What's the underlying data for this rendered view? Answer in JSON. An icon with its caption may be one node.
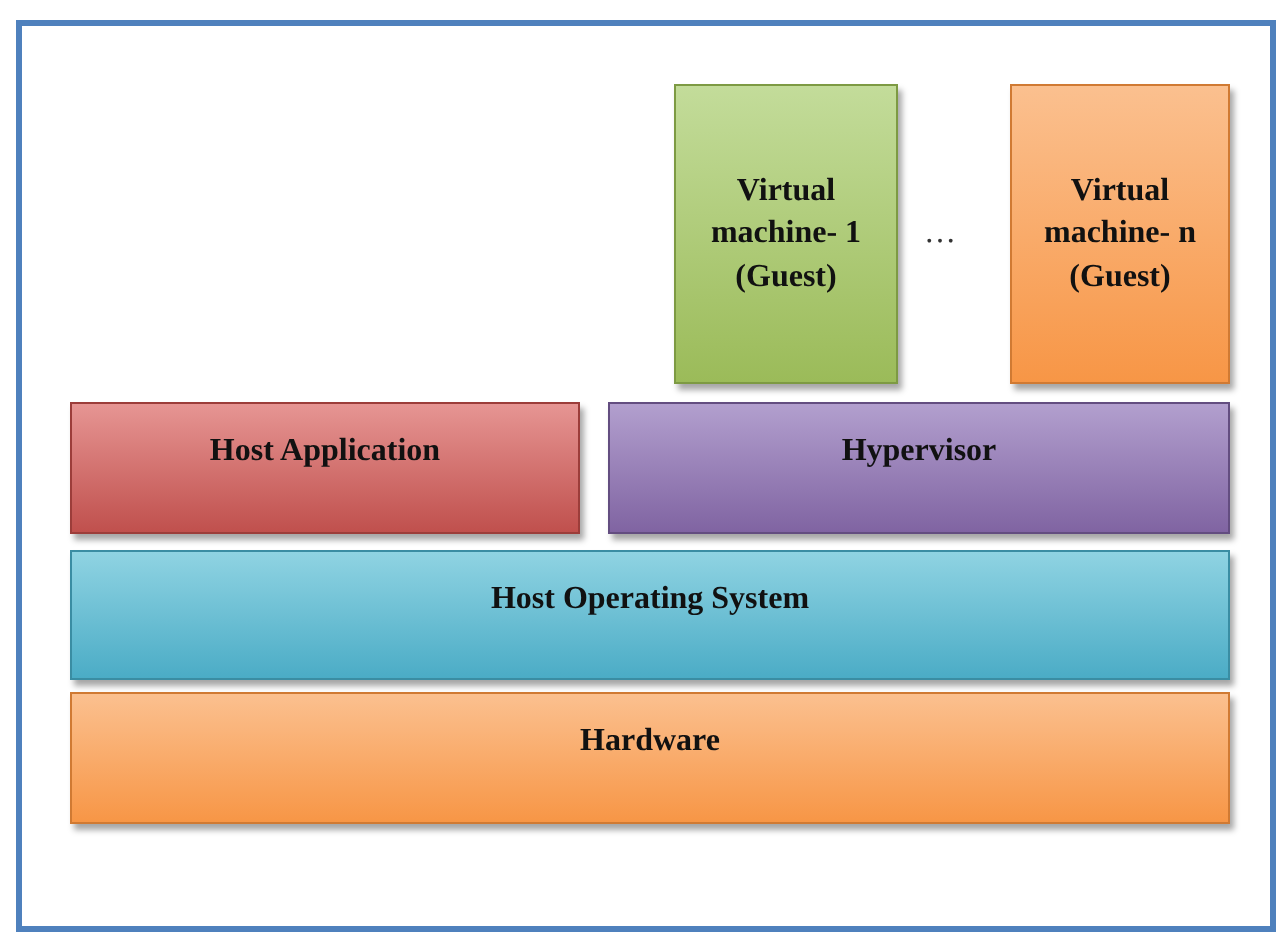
{
  "diagram": {
    "nodes": [
      {
        "text": [
          "Virtual machine- 1 (Guest)"
        ]
      },
      {
        "text": [
          "Virtual machine- n (Guest)"
        ]
      },
      {
        "text": [
          "Host Application"
        ]
      },
      {
        "text": [
          "Hypervisor"
        ]
      },
      {
        "text": [
          "Host Operating System"
        ]
      },
      {
        "text": [
          "Hardware"
        ]
      }
    ],
    "edges": [],
    "labels": [
      "…"
    ]
  }
}
